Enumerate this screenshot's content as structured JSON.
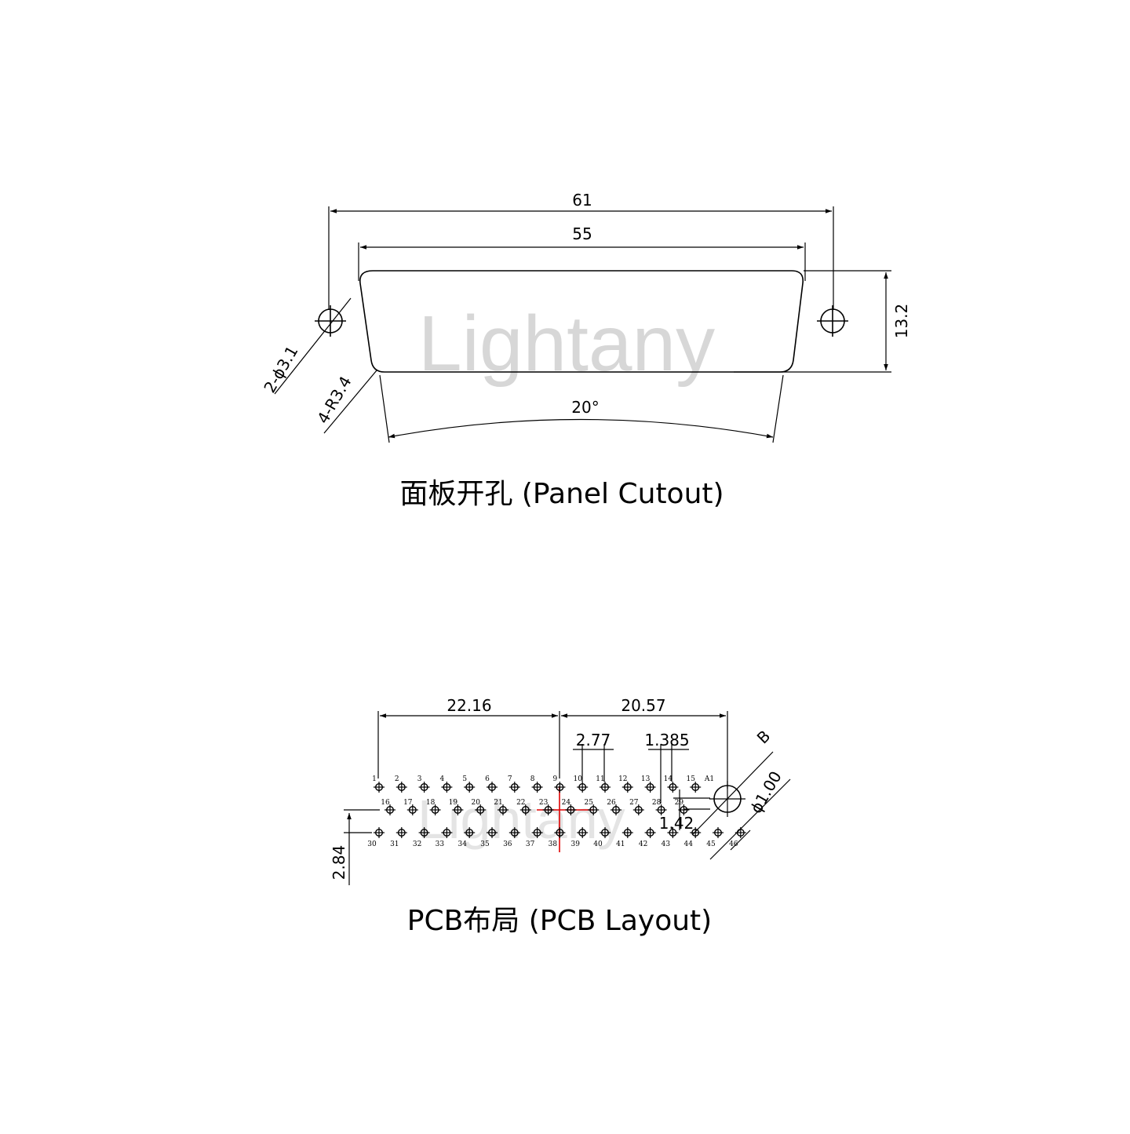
{
  "watermark": "Lightany",
  "panel": {
    "title": "面板开孔 (Panel Cutout)",
    "dim_overall": "61",
    "dim_cutout": "55",
    "dim_height": "13.2",
    "dim_holes": "2-ϕ3.1",
    "dim_radius": "4-R3.4",
    "dim_angle": "20°"
  },
  "pcb": {
    "title": "PCB布局 (PCB Layout)",
    "dim_left": "22.16",
    "dim_right": "20.57",
    "dim_pitch": "2.77",
    "dim_half_pitch": "1.385",
    "dim_row": "1.42",
    "dim_rows_total": "2.84",
    "dim_hole": "ϕ1.00",
    "label_b": "B",
    "row1": [
      "1",
      "2",
      "3",
      "4",
      "5",
      "6",
      "7",
      "8",
      "9",
      "10",
      "11",
      "12",
      "13",
      "14",
      "15"
    ],
    "coax": "A1",
    "row2": [
      "16",
      "17",
      "18",
      "19",
      "20",
      "21",
      "22",
      "23",
      "24",
      "25",
      "26",
      "27",
      "28",
      "29"
    ],
    "row3": [
      "30",
      "31",
      "32",
      "33",
      "34",
      "35",
      "36",
      "37",
      "38",
      "39",
      "40",
      "41",
      "42",
      "43",
      "44",
      "45",
      "46"
    ]
  }
}
